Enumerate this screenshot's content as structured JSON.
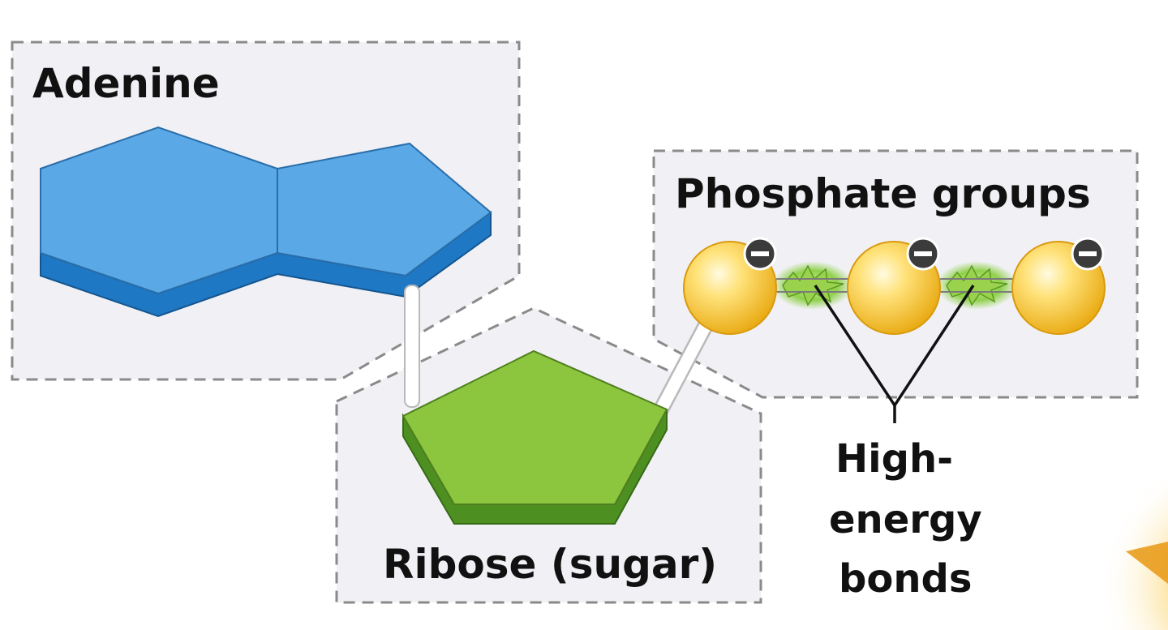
{
  "diagram": {
    "adenine_label": "Adenine",
    "phosphate_label": "Phosphate groups",
    "ribose_label": "Ribose (sugar)",
    "bond_label_lines": [
      "High-",
      "energy",
      "bonds"
    ]
  },
  "colors": {
    "adenine_top": "#5aa9e6",
    "adenine_side": "#1f78c4",
    "ribose_top": "#8cc63f",
    "ribose_side": "#4e8f22",
    "phosphate": "#f5c431",
    "bond_glow": "#7ec242",
    "panel_bg": "#f1f1f5",
    "panel_border": "#8a8a8a"
  },
  "icons": {
    "charge": "negative-charge-icon"
  }
}
